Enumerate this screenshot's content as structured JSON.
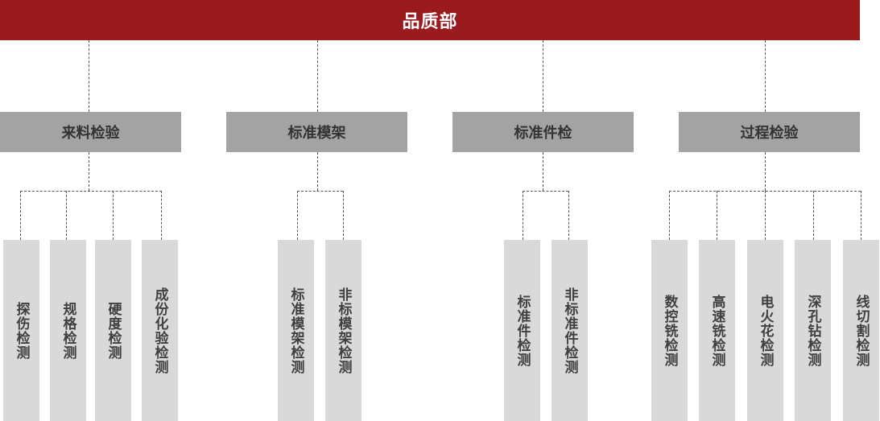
{
  "root": {
    "label": "品质部"
  },
  "departments": [
    {
      "label": "来料检验",
      "children": [
        "探伤检测",
        "规格检测",
        "硬度检测",
        "成份化验检测"
      ]
    },
    {
      "label": "标准模架",
      "children": [
        "标准模架检测",
        "非标模架检测"
      ]
    },
    {
      "label": "标准件检",
      "children": [
        "标准件检测",
        "非标准件检测"
      ]
    },
    {
      "label": "过程检验",
      "children": [
        "数控铣检测",
        "高速铣检测",
        "电火花检测",
        "深孔钻检测",
        "线切割检测"
      ]
    }
  ],
  "colors": {
    "root_bg": "#991b1e",
    "category_bg": "#a3a3a3",
    "leaf_bg": "#d9d9d9",
    "connector": "#555555"
  }
}
